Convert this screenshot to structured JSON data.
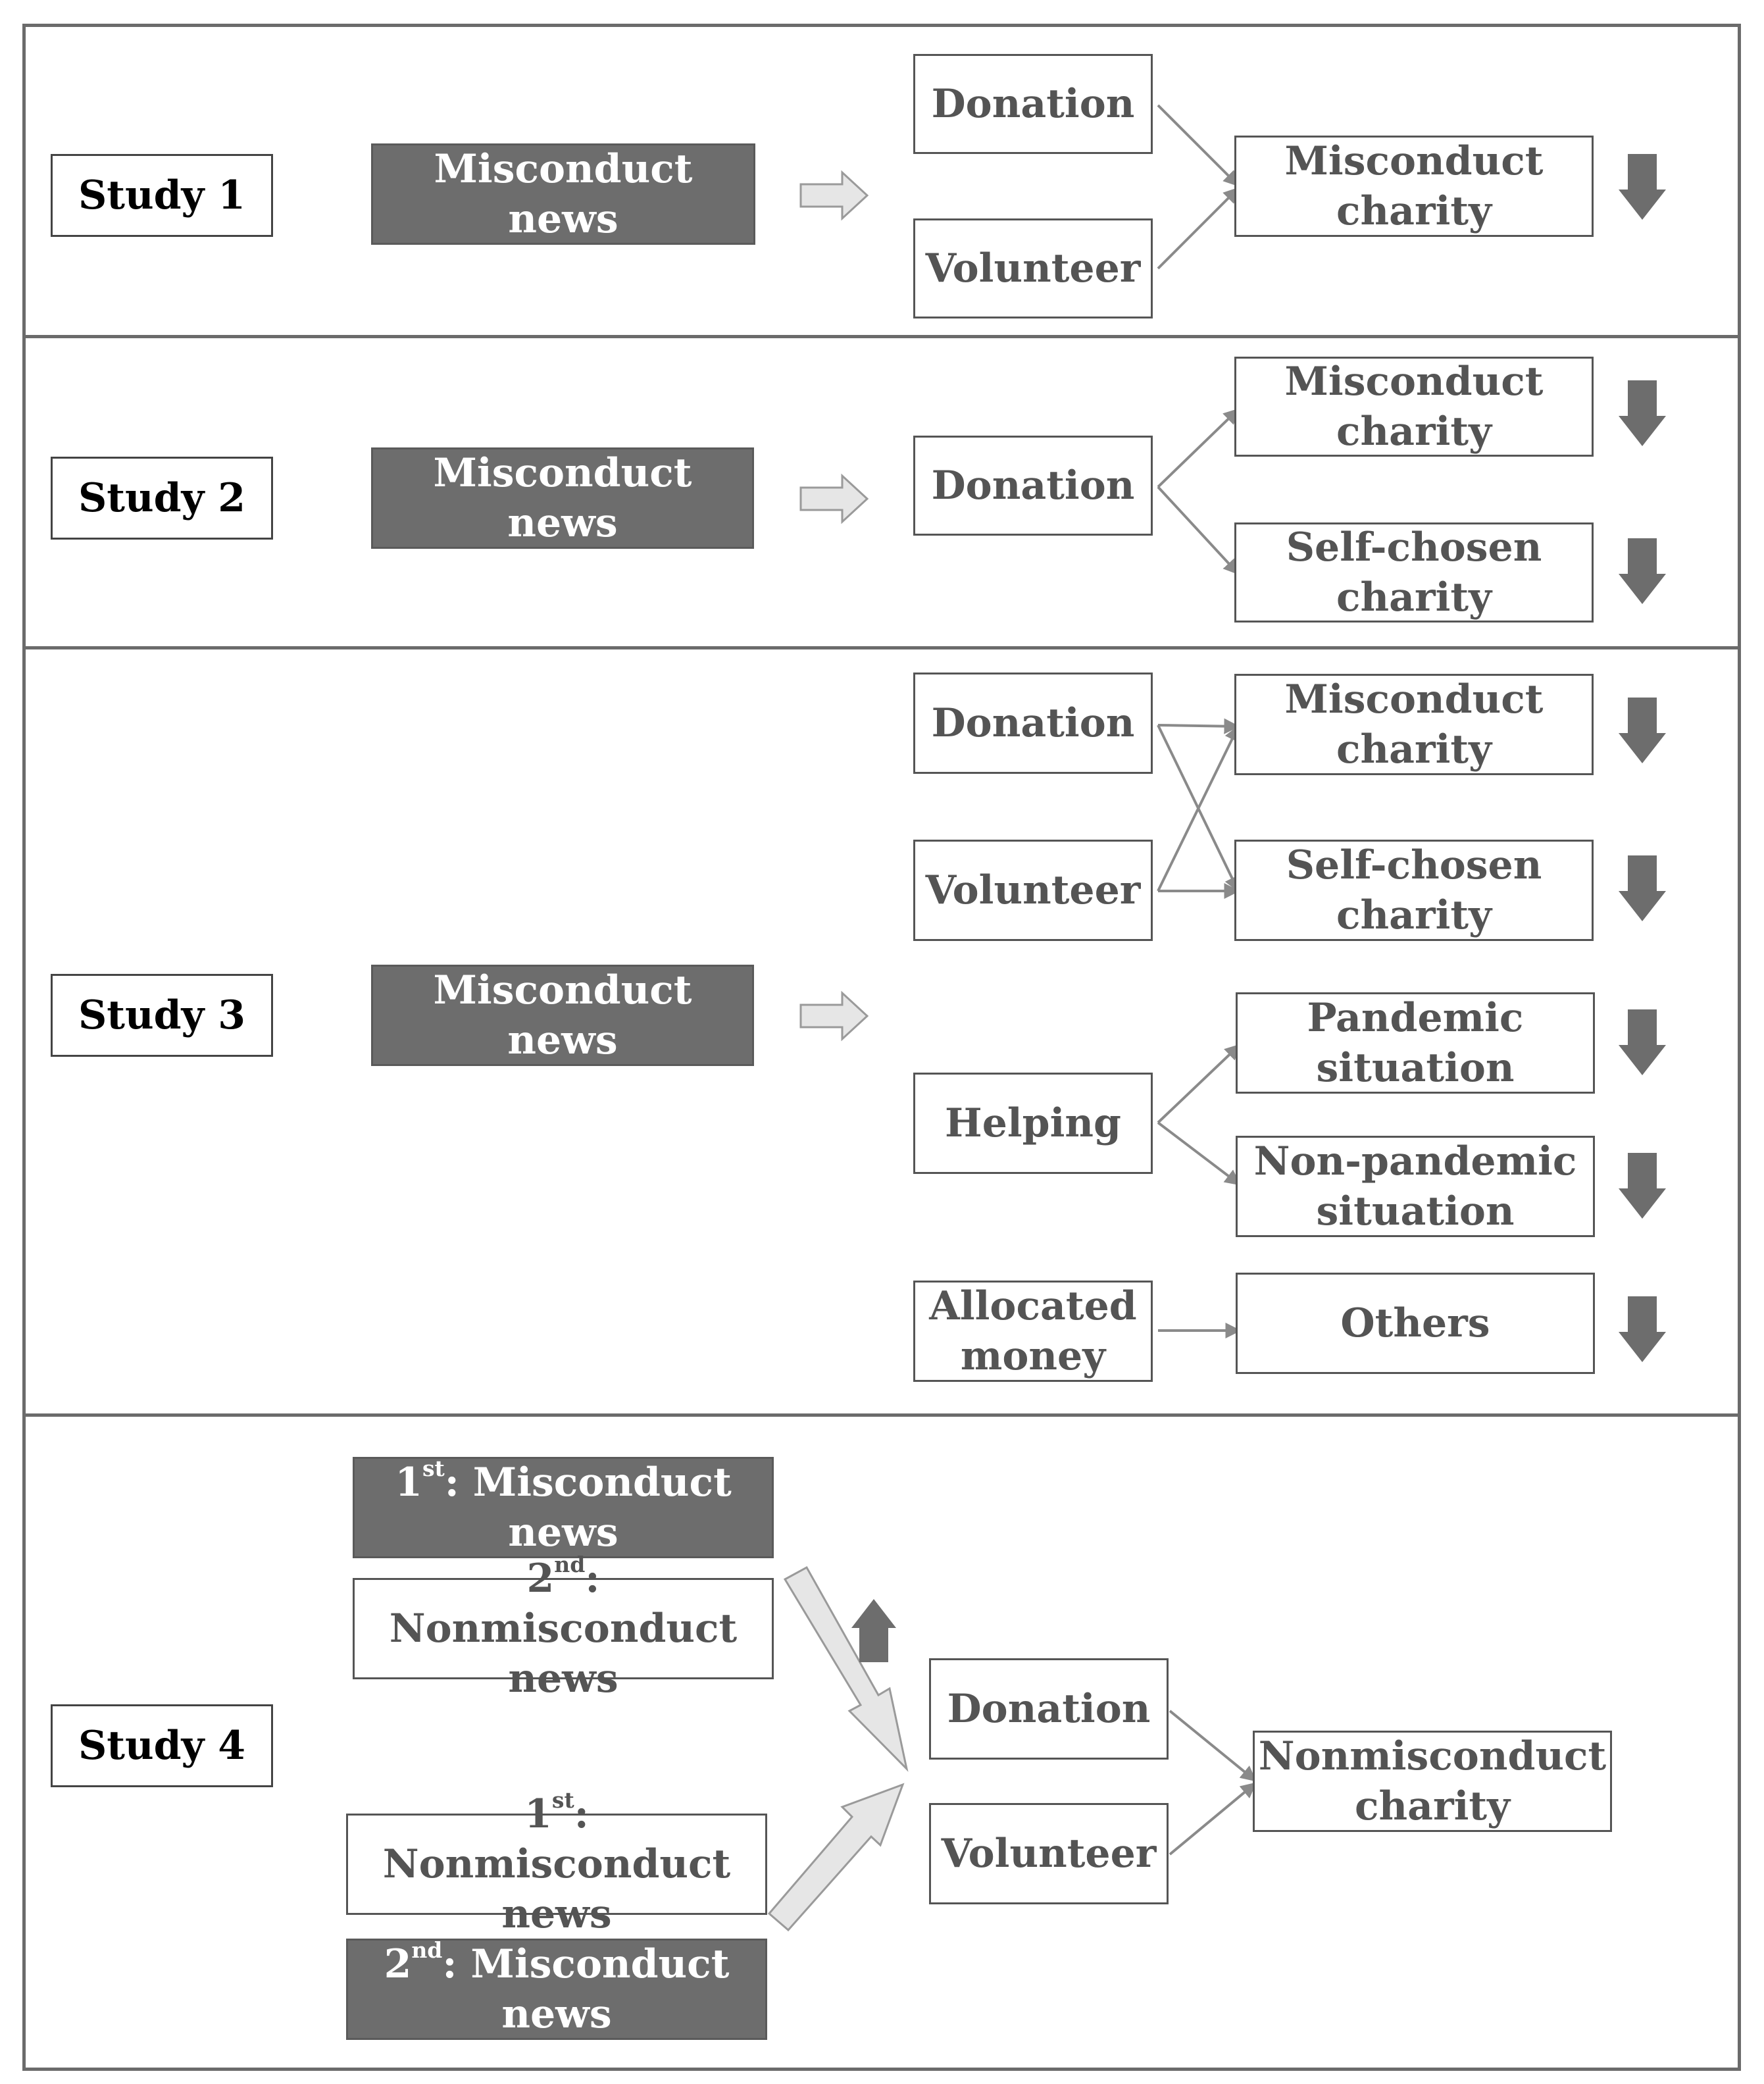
{
  "colors": {
    "dark_box": "#6d6d6d",
    "connector": "#8a8a8a",
    "down_arrow": "#6d6d6d",
    "block_arrow_fill": "#e6e6e6"
  },
  "study1": {
    "label": "Study 1",
    "news": "Misconduct news",
    "measures": [
      "Donation",
      "Volunteer"
    ],
    "outcome_line1": "Misconduct",
    "outcome_line2": "charity"
  },
  "study2": {
    "label": "Study 2",
    "news": "Misconduct news",
    "measure": "Donation",
    "outcome1_line1": "Misconduct",
    "outcome1_line2": "charity",
    "outcome2_line1": "Self-chosen",
    "outcome2_line2": "charity"
  },
  "study3": {
    "label": "Study 3",
    "news": "Misconduct news",
    "donation": "Donation",
    "volunteer": "Volunteer",
    "misconduct_line1": "Misconduct",
    "misconduct_line2": "charity",
    "selfchosen_line1": "Self-chosen",
    "selfchosen_line2": "charity",
    "helping": "Helping",
    "pandemic_line1": "Pandemic",
    "pandemic_line2": "situation",
    "nonpandemic_line1": "Non-pandemic",
    "nonpandemic_line2": "situation",
    "allocated_line1": "Allocated",
    "allocated_line2": "money",
    "others": "Others"
  },
  "study4": {
    "label": "Study 4",
    "order_a_first_num": "1",
    "order_a_first_sup": "st",
    "order_a_first_text": ": Misconduct",
    "order_a_first_line2": "news",
    "order_a_second_num": "2",
    "order_a_second_sup": "nd",
    "order_a_second_text": ": Nonmisconduct",
    "order_a_second_line2": "news",
    "order_b_first_num": "1",
    "order_b_first_sup": "st",
    "order_b_first_text": ": Nonmisconduct",
    "order_b_first_line2": "news",
    "order_b_second_num": "2",
    "order_b_second_sup": "nd",
    "order_b_second_text": ": Misconduct",
    "order_b_second_line2": "news",
    "donation": "Donation",
    "volunteer": "Volunteer",
    "outcome_line1": "Nonmisconduct",
    "outcome_line2": "charity"
  }
}
